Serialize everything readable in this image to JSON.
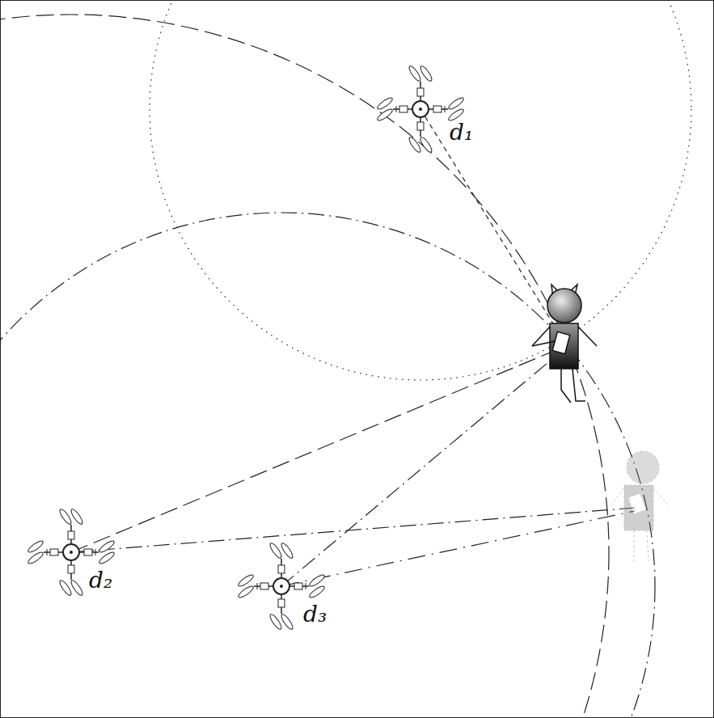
{
  "diagram": {
    "labels": [
      "d₁",
      "d₂",
      "d₃"
    ]
  }
}
